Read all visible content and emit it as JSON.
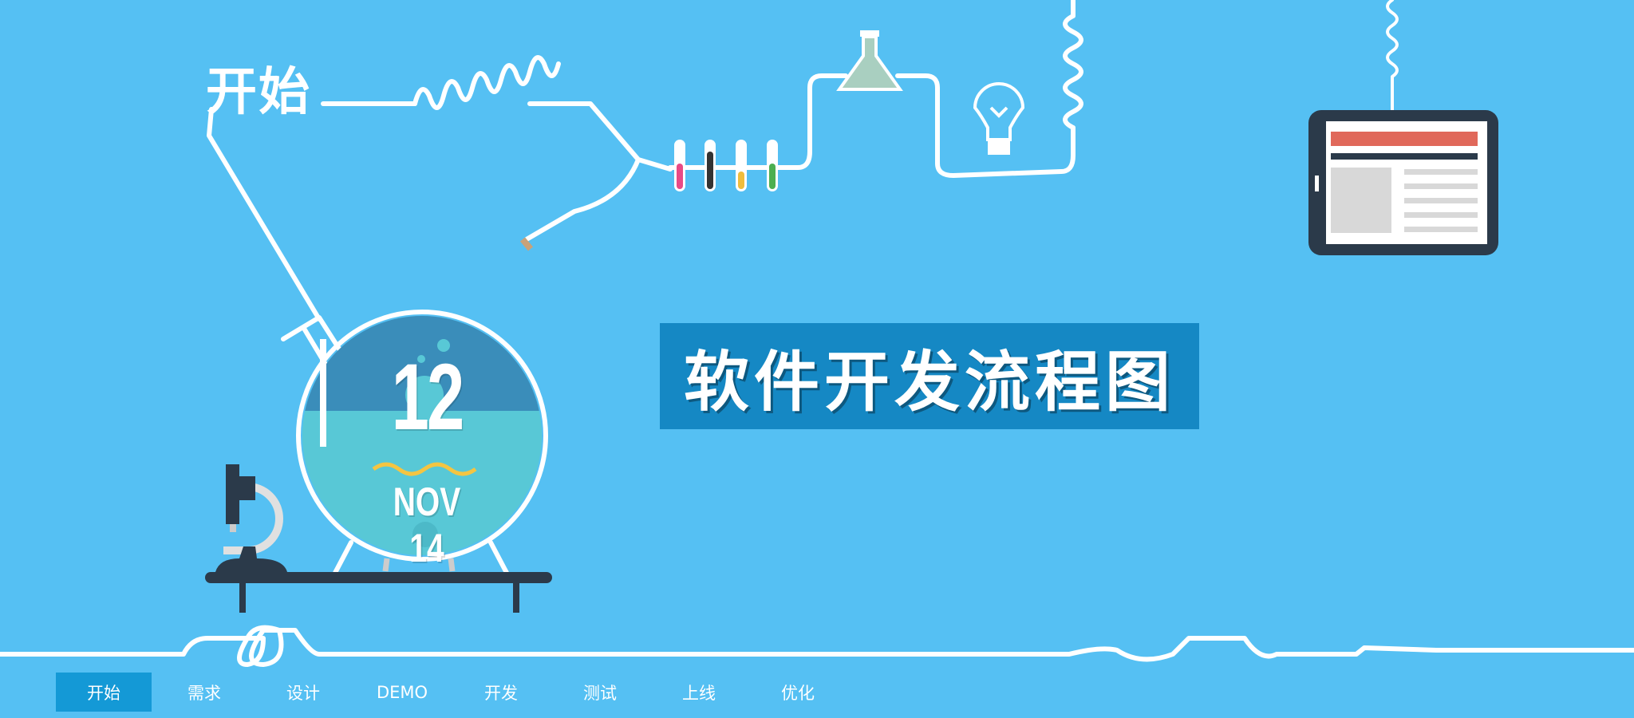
{
  "hero": {
    "start_label": "开始",
    "title": "软件开发流程图",
    "date_day": "12",
    "date_month_year": "NOV 14"
  },
  "nav": {
    "active_index": 0,
    "items": [
      {
        "label": "开始"
      },
      {
        "label": "需求"
      },
      {
        "label": "设计"
      },
      {
        "label": "DEMO"
      },
      {
        "label": "开发"
      },
      {
        "label": "测试"
      },
      {
        "label": "上线"
      },
      {
        "label": "优化"
      }
    ]
  },
  "colors": {
    "background": "#55c0f3",
    "title_box": "#1588c4",
    "nav_active": "#1499d6",
    "tube_pink": "#e84a86",
    "tube_dark": "#333333",
    "tube_yellow": "#f0bd3c",
    "tube_green": "#4caf50",
    "tablet_red": "#e0685a"
  }
}
